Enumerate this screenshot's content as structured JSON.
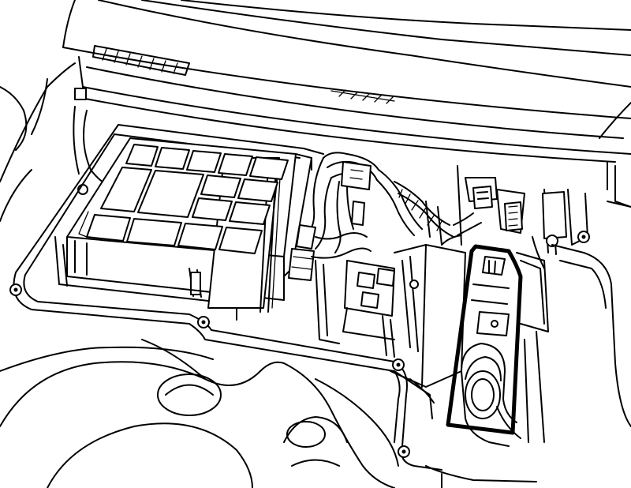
{
  "diagram": {
    "type": "technical-line-illustration",
    "colors": {
      "ink": "#000000",
      "paper": "#ffffff"
    },
    "components": [
      {
        "id": "cowl-panel"
      },
      {
        "id": "cabin-air-filter"
      },
      {
        "id": "filter-housing"
      },
      {
        "id": "wiring-harness"
      },
      {
        "id": "relay-bracket"
      },
      {
        "id": "highlighted-module"
      },
      {
        "id": "intake-hose"
      }
    ]
  }
}
